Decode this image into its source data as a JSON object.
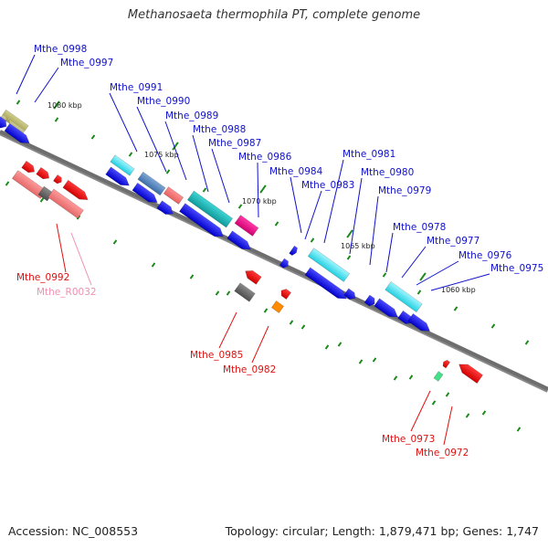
{
  "title": "Methanosaeta thermophila PT, complete genome",
  "footer": {
    "accession": "Accession: NC_008553",
    "summary": "Topology: circular; Length: 1,879,471 bp; Genes: 1,747"
  },
  "colors": {
    "upper_label": "#1010cc",
    "lower_label": "#dd1111",
    "rna_label": "#f090b0",
    "backbone": "#6e6e6e"
  },
  "kbp_ticks": [
    "1080 kbp",
    "1075 kbp",
    "1070 kbp",
    "1065 kbp",
    "1060 kbp"
  ],
  "upper_labels": [
    "Mthe_0998",
    "Mthe_0997",
    "Mthe_0991",
    "Mthe_0990",
    "Mthe_0989",
    "Mthe_0988",
    "Mthe_0987",
    "Mthe_0986",
    "Mthe_0984",
    "Mthe_0983",
    "Mthe_0981",
    "Mthe_0980",
    "Mthe_0979",
    "Mthe_0978",
    "Mthe_0977",
    "Mthe_0976",
    "Mthe_0975"
  ],
  "lower_labels": [
    "Mthe_0992",
    "Mthe_R0032",
    "Mthe_0985",
    "Mthe_0982",
    "Mthe_0973",
    "Mthe_0972"
  ]
}
